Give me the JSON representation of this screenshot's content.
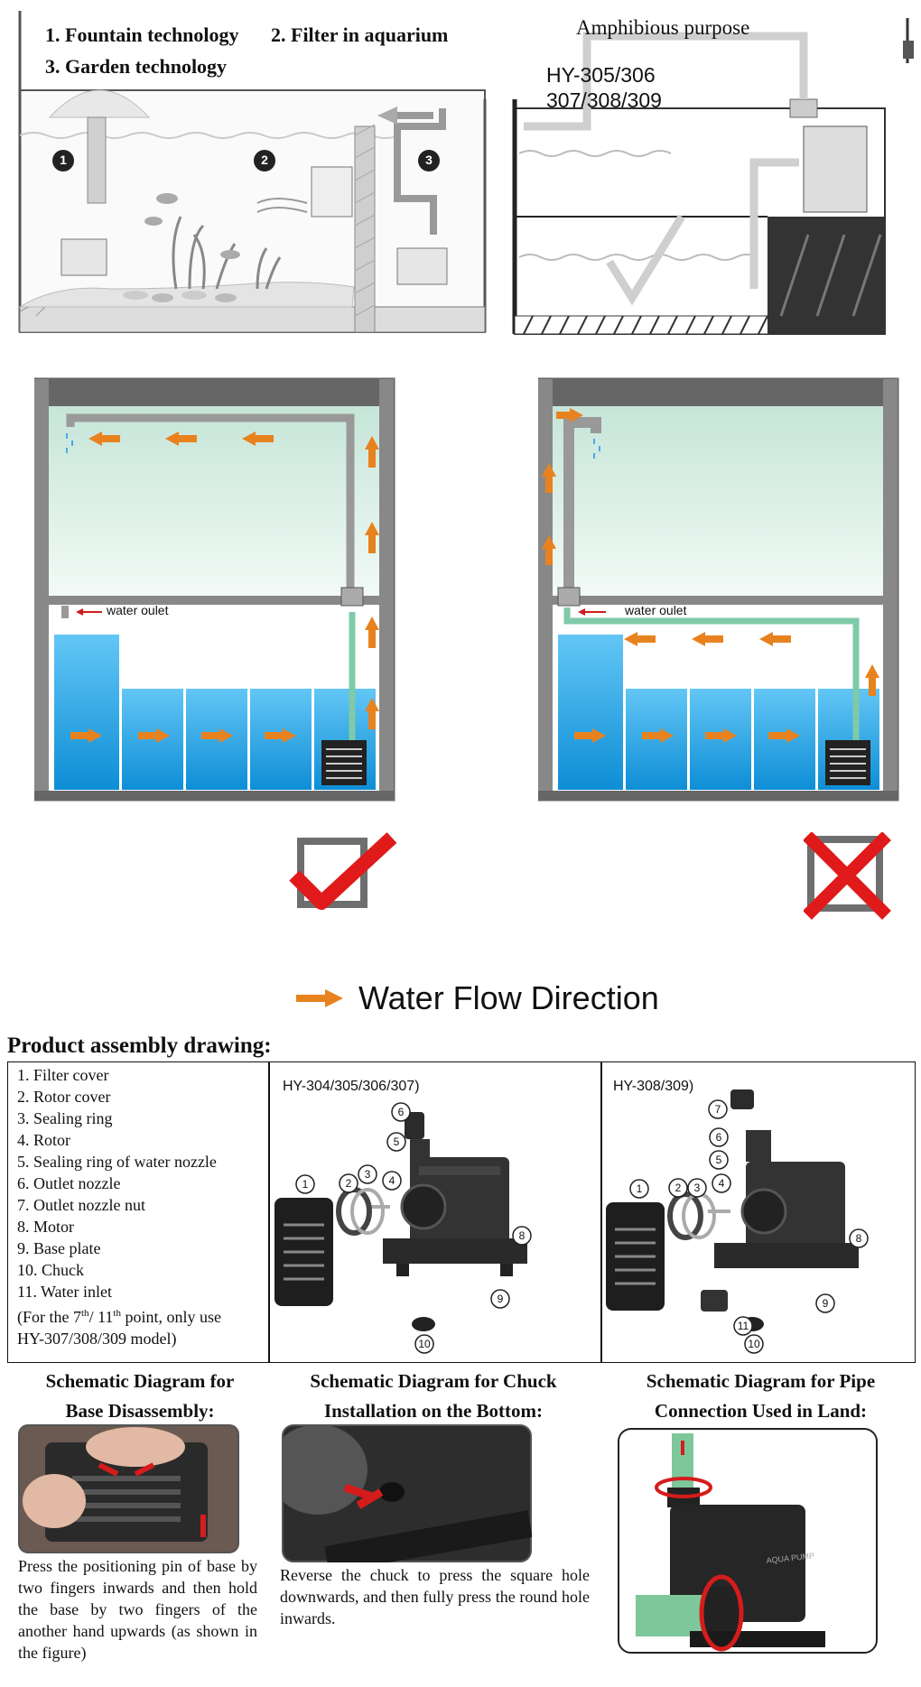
{
  "top_left": {
    "label1": "1. Fountain technology",
    "label2": "2. Filter in aquarium",
    "label3": "3. Garden technology",
    "num1": "1",
    "num2": "2",
    "num3": "3"
  },
  "top_right": {
    "title": "Amphibious purpose",
    "model_line1": "HY-305/306",
    "model_line2": "307/308/309"
  },
  "flow": {
    "outlet_label_left": "water oulet",
    "outlet_label_right": "water oulet",
    "legend_text": "Water Flow Direction"
  },
  "colors": {
    "arrow": "#e8821e",
    "tank_top": "#d9ede4",
    "water": "#1ea2e6",
    "check": "#e01a1a",
    "frame": "#6e6e6e"
  },
  "assembly": {
    "title": "Product assembly drawing:",
    "parts": [
      "1. Filter cover",
      "2. Rotor cover",
      "3. Sealing ring",
      "4. Rotor",
      "5. Sealing ring of water nozzle",
      "6. Outlet nozzle",
      "7. Outlet nozzle nut",
      "8. Motor",
      "9. Base plate",
      "10. Chuck",
      "11. Water inlet"
    ],
    "note_prefix": "(For the 7",
    "note_sup1": "th",
    "note_mid": "/ 11",
    "note_sup2": "th",
    "note_suffix": " point, only use",
    "note_line2": "HY-307/308/309 model)",
    "model_a": "HY-304/305/306/307)",
    "model_b": "HY-308/309)",
    "callouts_a": [
      "1",
      "2",
      "3",
      "4",
      "5",
      "6",
      "8",
      "9",
      "10"
    ],
    "callouts_b": [
      "1",
      "2",
      "3",
      "4",
      "5",
      "6",
      "7",
      "8",
      "9",
      "10",
      "11"
    ],
    "brand": "AQUA PUMP"
  },
  "schematics": [
    {
      "title_line1": "Schematic Diagram for",
      "title_line2": "Base Disassembly:",
      "caption": "Press the positioning pin of base by two fingers inwards and then hold the base by two fingers of the another hand upwards (as shown in the figure)"
    },
    {
      "title_line1": "Schematic Diagram for Chuck",
      "title_line2": "Installation on the Bottom:",
      "caption": "Reverse the chuck to press the square hole downwards, and then fully press the round hole inwards."
    },
    {
      "title_line1": "Schematic Diagram for Pipe",
      "title_line2": "Connection Used in Land:",
      "caption": ""
    }
  ]
}
